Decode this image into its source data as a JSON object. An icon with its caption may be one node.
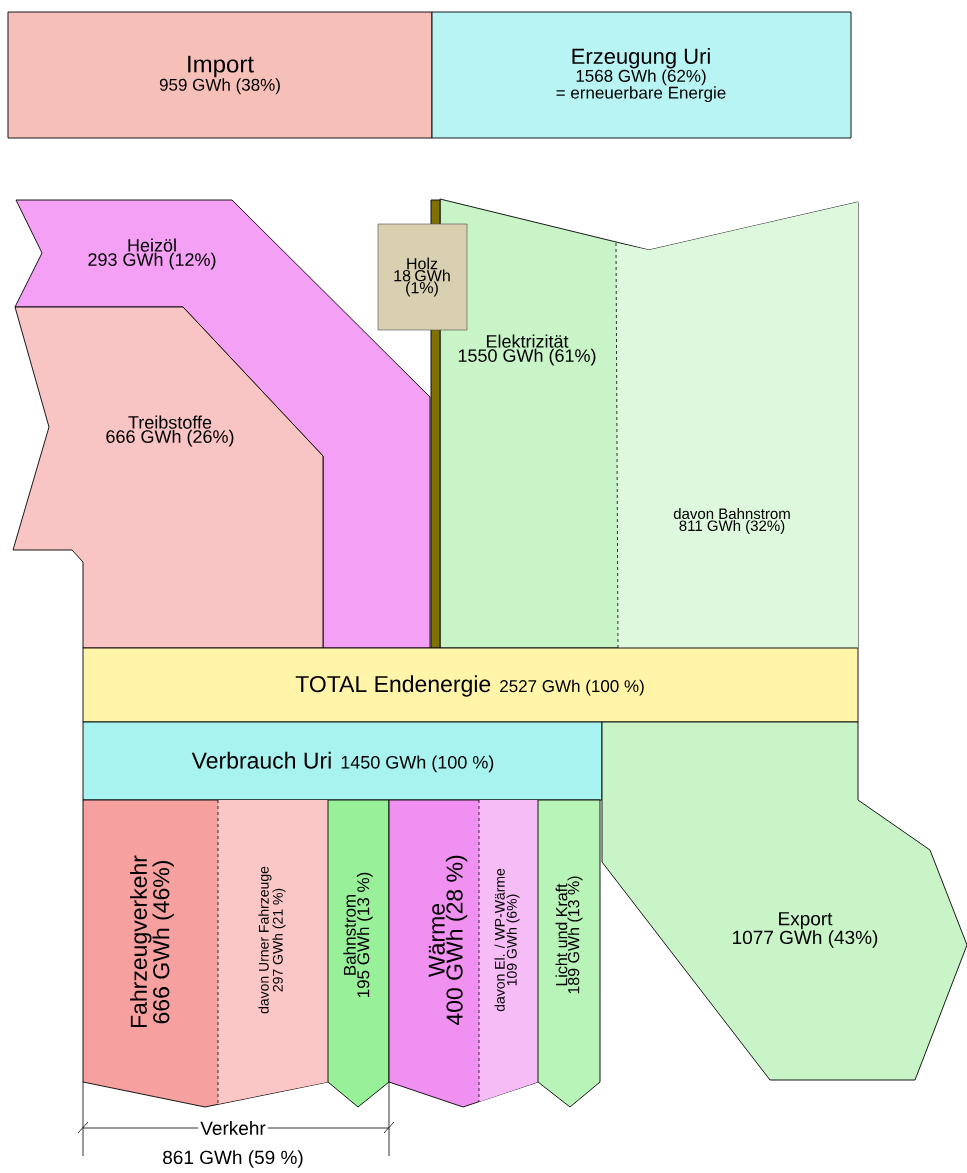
{
  "diagram": {
    "nodes": [
      {
        "text": [
          "Import",
          "959 GWh (38%)"
        ]
      },
      {
        "text": [
          "Erzeugung Uri",
          "1568 GWh (62%)",
          "= erneuerbare Energie"
        ]
      },
      {
        "text": [
          "Heizöl",
          "293 GWh (12%)"
        ]
      },
      {
        "text": [
          "Treibstoffe",
          "666 GWh (26%)"
        ]
      },
      {
        "text": [
          "Holz",
          "18 GWh (1%)"
        ]
      },
      {
        "text": [
          "Elektrizität",
          "1550 GWh (61%)"
        ]
      },
      {
        "text": [
          "davon Bahnstrom",
          "811 GWh (32%)"
        ],
        "in": 5
      },
      {
        "text": [
          "TOTAL Endenergie",
          "2527 GWh (100 %)"
        ]
      },
      {
        "text": [
          "Verbrauch Uri",
          "1450 GWh (100 %)"
        ]
      },
      {
        "text": [
          "Fahrzeugverkehr",
          "666 GWh (46%)"
        ]
      },
      {
        "text": [
          "davon Urner Fahrzeuge",
          "297 GWh (21 %)"
        ],
        "in": 9
      },
      {
        "text": [
          "Bahnstrom",
          "195 GWh (13 %)"
        ]
      },
      {
        "text": [
          "Wärme",
          "400 GWh (28 %)"
        ]
      },
      {
        "text": [
          "davon El. / WP-Wärme",
          "109 GWh (6%)"
        ],
        "in": 12
      },
      {
        "text": [
          "Licht und Kraft",
          "189 GWh (13 %)"
        ]
      },
      {
        "text": [
          "Export",
          "1077 GWh (43%)"
        ]
      }
    ],
    "labels": [
      "Verkehr",
      "861 GWh (59 %)"
    ]
  }
}
